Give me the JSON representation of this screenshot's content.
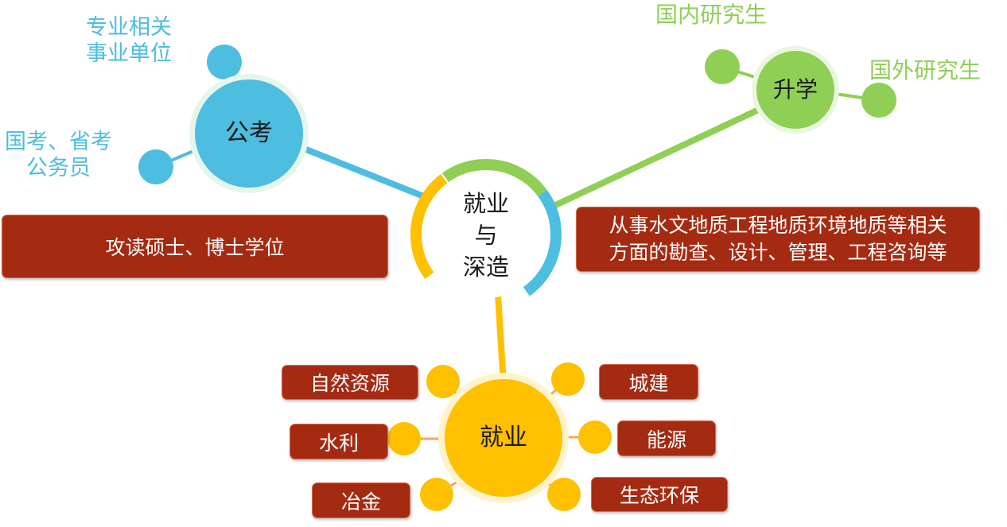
{
  "center": {
    "line1": "就业",
    "line2": "与",
    "line3": "深造"
  },
  "nodes": {
    "civil": "公考",
    "study": "升学",
    "employment": "就业"
  },
  "civil_leaves": {
    "institutions": "专业相关\n事业单位",
    "servant": "国考、省考\n公务员"
  },
  "study_leaves": {
    "domestic": "国内研究生",
    "abroad": "国外研究生"
  },
  "info_boxes": {
    "degree": "攻读硕士、博士学位",
    "work_desc": "从事水文地质工程地质环境地质等相关\n方面的勘查、设计、管理、工程咨询等"
  },
  "employment_sectors": {
    "natural_resources": "自然资源",
    "water": "水利",
    "metallurgy": "冶金",
    "urban": "城建",
    "energy": "能源",
    "ecology": "生态环保"
  },
  "colors": {
    "blue": "#4dbde0",
    "green": "#8fcf55",
    "yellow": "#ffc000",
    "box": "#a52a12",
    "connector": "#f5a46a"
  }
}
